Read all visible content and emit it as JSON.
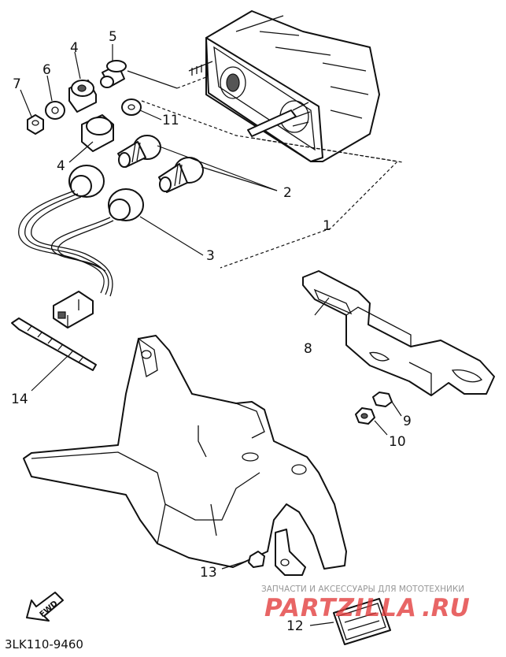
{
  "diagram": {
    "code": "3LK110-9460",
    "fwd_label": "FWD",
    "callouts": [
      "1",
      "2",
      "3",
      "4",
      "4",
      "5",
      "6",
      "7",
      "8",
      "9",
      "10",
      "11",
      "12",
      "13",
      "14"
    ]
  },
  "watermark": {
    "tagline": "ЗАПЧАСТИ И АКСЕССУАРЫ ДЛЯ МОТОТЕХНИКИ",
    "brand": "PARTZILLA",
    "domain": ".RU",
    "brand_color": "#e23b3b"
  }
}
